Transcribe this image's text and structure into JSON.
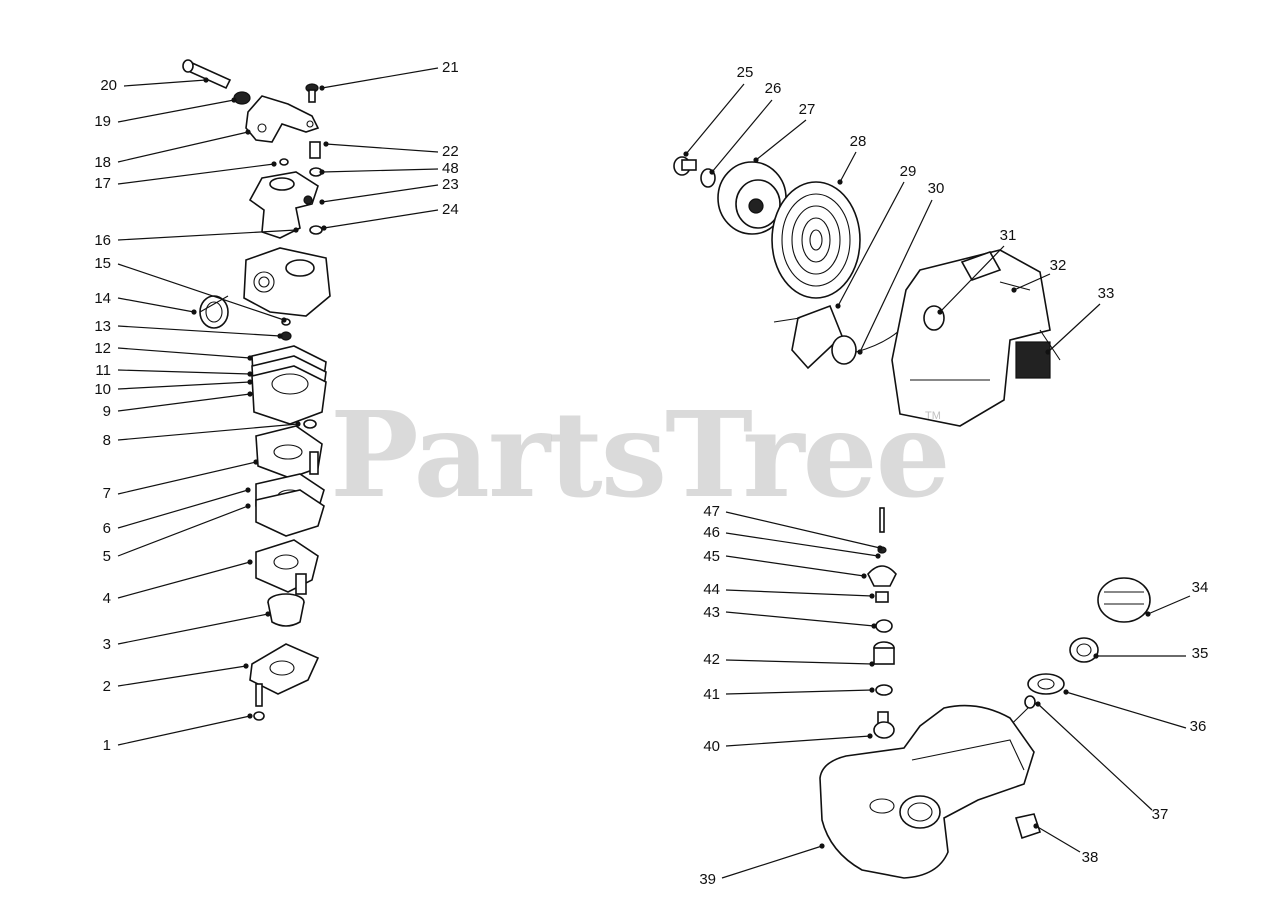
{
  "watermark": {
    "text": "PartsTree",
    "mark": "TM"
  },
  "callouts": [
    {
      "label": "20"
    },
    {
      "label": "21"
    },
    {
      "label": "19"
    },
    {
      "label": "18"
    },
    {
      "label": "22"
    },
    {
      "label": "48"
    },
    {
      "label": "17"
    },
    {
      "label": "23"
    },
    {
      "label": "24"
    },
    {
      "label": "16"
    },
    {
      "label": "15"
    },
    {
      "label": "14"
    },
    {
      "label": "13"
    },
    {
      "label": "12"
    },
    {
      "label": "11"
    },
    {
      "label": "10"
    },
    {
      "label": "9"
    },
    {
      "label": "8"
    },
    {
      "label": "7"
    },
    {
      "label": "6"
    },
    {
      "label": "5"
    },
    {
      "label": "4"
    },
    {
      "label": "3"
    },
    {
      "label": "2"
    },
    {
      "label": "1"
    },
    {
      "label": "25"
    },
    {
      "label": "26"
    },
    {
      "label": "27"
    },
    {
      "label": "28"
    },
    {
      "label": "29"
    },
    {
      "label": "30"
    },
    {
      "label": "31"
    },
    {
      "label": "32"
    },
    {
      "label": "33"
    },
    {
      "label": "47"
    },
    {
      "label": "46"
    },
    {
      "label": "45"
    },
    {
      "label": "44"
    },
    {
      "label": "43"
    },
    {
      "label": "42"
    },
    {
      "label": "41"
    },
    {
      "label": "40"
    },
    {
      "label": "34"
    },
    {
      "label": "35"
    },
    {
      "label": "36"
    },
    {
      "label": "37"
    },
    {
      "label": "38"
    },
    {
      "label": "39"
    }
  ]
}
